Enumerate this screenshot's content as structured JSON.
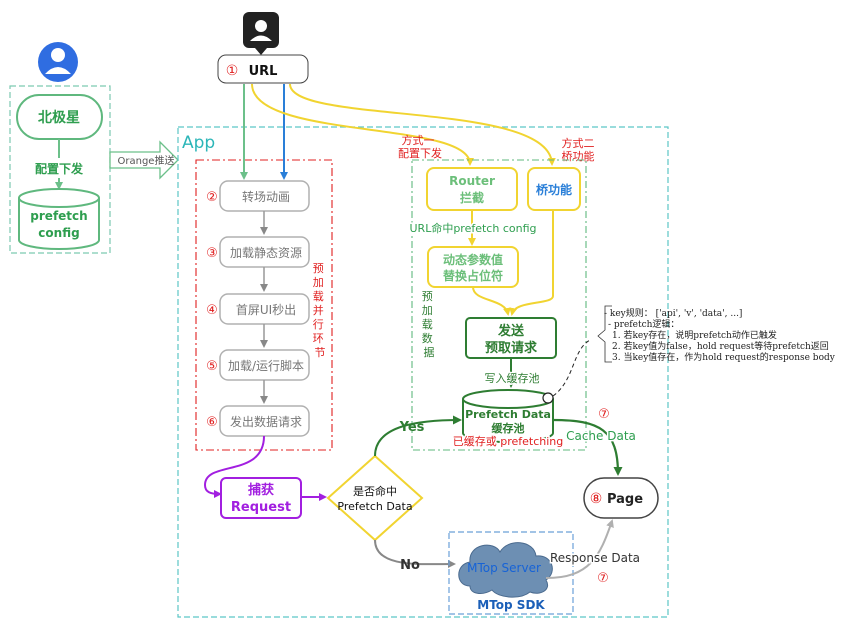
{
  "url_box": {
    "num": "①",
    "label": "URL"
  },
  "beijixing": {
    "title": "北极星",
    "action": "配置下发",
    "config_line1": "prefetch",
    "config_line2": "config"
  },
  "orange_label": "Orange推送",
  "app_label": "App",
  "steps": [
    {
      "num": "②",
      "label": "转场动画"
    },
    {
      "num": "③",
      "label": "加载静态资源"
    },
    {
      "num": "④",
      "label": "首屏UI秒出"
    },
    {
      "num": "⑤",
      "label": "加载/运行脚本"
    },
    {
      "num": "⑥",
      "label": "发出数据请求"
    }
  ],
  "preload_parallel": [
    "预",
    "加",
    "载",
    "并",
    "行",
    "环",
    "节"
  ],
  "preload_data": [
    "预",
    "加",
    "载",
    "数",
    "据"
  ],
  "method1": {
    "line1": "方式一",
    "line2": "配置下发"
  },
  "method2": {
    "line1": "方式二",
    "line2": "桥功能"
  },
  "router": {
    "line1": "Router",
    "line2": "拦截"
  },
  "bridge": {
    "label": "桥功能"
  },
  "url_hit": "URL命中prefetch config",
  "dynamic": {
    "line1": "动态参数值",
    "line2": "替换占位符"
  },
  "send": {
    "line1": "发送",
    "line2": "预取请求"
  },
  "write_cache": "写入缓存池",
  "cache": {
    "line1": "Prefetch Data",
    "line2": "缓存池"
  },
  "cached_or": "已缓存或 prefetching",
  "key_rules": [
    "- key规则：  ['api', 'v', 'data', ...]",
    "- prefetch逻辑：",
    "  1. 若key存在，说明prefetch动作已触发",
    "  2. 若key值为false，hold request等待prefetch返回",
    "  3. 当key值存在，作为hold request的response body"
  ],
  "capture": {
    "line1": "捕获",
    "line2": "Request"
  },
  "decision": {
    "line1": "是否命中",
    "line2": "Prefetch Data"
  },
  "yes": "Yes",
  "no": "No",
  "page": {
    "num": "⑧",
    "label": "Page"
  },
  "cache_data": {
    "num": "⑦",
    "label": "Cache Data"
  },
  "response_data": {
    "num": "⑦",
    "label": "Response Data"
  },
  "mtop": {
    "server": "MTop Server",
    "sdk": "MTop SDK"
  },
  "colors": {
    "green": "#64b977",
    "dark_green": "#2e7d32",
    "yellow": "#f6e04a",
    "blue": "#2a7fd8",
    "purple": "#a21fe0",
    "gray": "#8c8c8c",
    "red": "#e02020",
    "teal": "#3cbcc0"
  }
}
